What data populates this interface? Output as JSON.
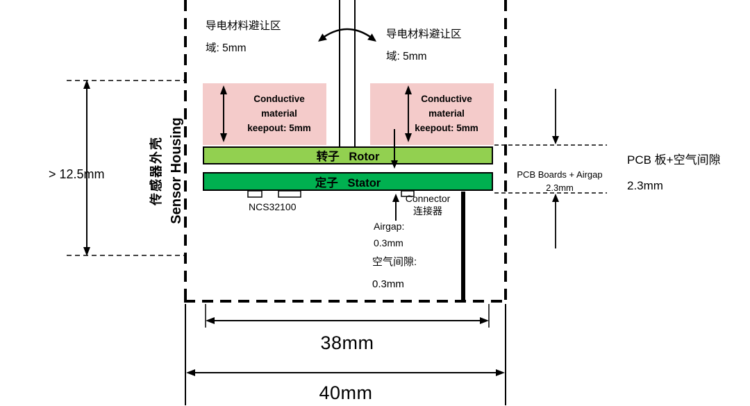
{
  "colors": {
    "keepout": "#f4cbca",
    "rotor": "#92d050",
    "stator": "#00b050",
    "ink": "#000000"
  },
  "housing": {
    "label_zh": "传感器外壳",
    "label_en": "Sensor Housing"
  },
  "notes": {
    "keepout_left": {
      "line1": "导电材料避让区",
      "line2": "域: 5mm"
    },
    "keepout_right": {
      "line1": "导电材料避让区",
      "line2": "域: 5mm"
    }
  },
  "keepout_boxes": {
    "left": {
      "line1": "Conductive",
      "line2": "material",
      "line3": "keepout: 5mm"
    },
    "right": {
      "line1": "Conductive",
      "line2": "material",
      "line3": "keepout: 5mm"
    }
  },
  "layers": {
    "rotor": "转子   Rotor",
    "stator": "定子   Stator"
  },
  "components": {
    "chip": "NCS32100",
    "connector_en": "Connector",
    "connector_zh": "连接器"
  },
  "airgap": {
    "en_line1": "Airgap:",
    "en_line2": "0.3mm",
    "zh_line1": "空气间隙:",
    "zh_line2": "0.3mm"
  },
  "pcb_stack": {
    "en_line1": "PCB Boards + Airgap",
    "en_line2": "2.3mm",
    "zh_line1": "PCB 板+空气间隙",
    "zh_line2": "2.3mm"
  },
  "dimensions": {
    "housing_height": "> 12.5mm",
    "pcb_width": "38mm",
    "housing_width": "40mm"
  }
}
